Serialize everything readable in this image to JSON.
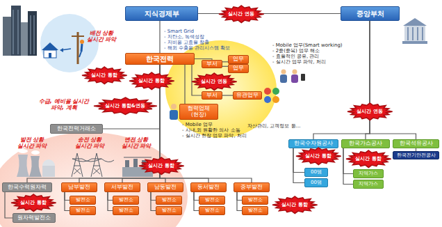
{
  "diagram": {
    "nodes": [
      {
        "text": [
          "지식경제부"
        ]
      },
      {
        "text": [
          "실시간 연동"
        ]
      },
      {
        "text": [
          "중앙부처"
        ]
      },
      {
        "text": [
          "한국전력"
        ]
      },
      {
        "text": [
          "부서"
        ]
      },
      {
        "text": [
          "업무"
        ]
      },
      {
        "text": [
          "업무"
        ]
      },
      {
        "text": [
          "실시간 통합"
        ]
      },
      {
        "text": [
          "실시간 통합"
        ]
      },
      {
        "text": [
          "실시간 연동"
        ]
      },
      {
        "text": [
          "부서"
        ]
      },
      {
        "text": [
          "유관업무"
        ]
      },
      {
        "text": [
          "협력업체 (현장)"
        ]
      },
      {
        "text": [
          "실시간 통합&연동"
        ]
      },
      {
        "text": [
          "실시간 연동"
        ]
      },
      {
        "text": [
          "한국전력거래소"
        ]
      },
      {
        "text": [
          "한국수자원공사"
        ]
      },
      {
        "text": [
          "한국가스공사"
        ]
      },
      {
        "text": [
          "한국석유공사"
        ]
      },
      {
        "text": [
          "한국전기안전공사"
        ]
      },
      {
        "text": [
          "실시간 통합"
        ]
      },
      {
        "text": [
          "실시간 통합"
        ]
      },
      {
        "text": [
          "00댐"
        ]
      },
      {
        "text": [
          "00댐"
        ]
      },
      {
        "text": [
          "지역가스"
        ]
      },
      {
        "text": [
          "지역가스"
        ]
      },
      {
        "text": [
          "실시간 통합"
        ]
      },
      {
        "text": [
          "한국수력원자력"
        ]
      },
      {
        "text": [
          "남부발전"
        ]
      },
      {
        "text": [
          "서부발전"
        ]
      },
      {
        "text": [
          "남동발전"
        ]
      },
      {
        "text": [
          "동서발전"
        ]
      },
      {
        "text": [
          "중부발전"
        ]
      },
      {
        "text": [
          "발전소"
        ]
      },
      {
        "text": [
          "발전소"
        ]
      },
      {
        "text": [
          "발전소"
        ]
      },
      {
        "text": [
          "발전소"
        ]
      },
      {
        "text": [
          "발전소"
        ]
      },
      {
        "text": [
          "발전소"
        ]
      },
      {
        "text": [
          "발전소"
        ]
      },
      {
        "text": [
          "발전소"
        ]
      },
      {
        "text": [
          "발전소"
        ]
      },
      {
        "text": [
          "발전소"
        ]
      },
      {
        "text": [
          "실시간 통합"
        ]
      },
      {
        "text": [
          "실시간 통합"
        ]
      },
      {
        "text": [
          "원자력발전소"
        ]
      }
    ],
    "edges": [
      {
        "from": 0,
        "to": 2,
        "arrow": "none"
      },
      {
        "from": 0,
        "to": 3,
        "arrow": "none"
      },
      {
        "from": 3,
        "to": 15,
        "arrow": "none"
      },
      {
        "from": 3,
        "to": 27,
        "arrow": "none"
      },
      {
        "from": 3,
        "to": 28,
        "arrow": "none"
      },
      {
        "from": 3,
        "to": 29,
        "arrow": "none"
      },
      {
        "from": 3,
        "to": 30,
        "arrow": "none"
      },
      {
        "from": 3,
        "to": 31,
        "arrow": "none"
      },
      {
        "from": 3,
        "to": 32,
        "arrow": "none"
      },
      {
        "from": 3,
        "to": 4,
        "arrow": "none"
      },
      {
        "from": 4,
        "to": 5,
        "arrow": "none"
      },
      {
        "from": 4,
        "to": 6,
        "arrow": "none"
      },
      {
        "from": 3,
        "to": 10,
        "arrow": "none"
      },
      {
        "from": 10,
        "to": 11,
        "arrow": "none"
      },
      {
        "from": 3,
        "to": 12,
        "arrow": "none"
      },
      {
        "from": 2,
        "to": 16,
        "arrow": "none"
      },
      {
        "from": 2,
        "to": 17,
        "arrow": "none"
      },
      {
        "from": 2,
        "to": 18,
        "arrow": "none"
      },
      {
        "from": 18,
        "to": 19,
        "arrow": "none"
      },
      {
        "from": 16,
        "to": 22,
        "arrow": "none"
      },
      {
        "from": 16,
        "to": 23,
        "arrow": "none"
      },
      {
        "from": 17,
        "to": 24,
        "arrow": "none"
      },
      {
        "from": 17,
        "to": 25,
        "arrow": "none"
      },
      {
        "from": 27,
        "to": 45,
        "arrow": "none"
      },
      {
        "from": 28,
        "to": 33,
        "arrow": "none"
      },
      {
        "from": 28,
        "to": 34,
        "arrow": "none"
      },
      {
        "from": 29,
        "to": 35,
        "arrow": "none"
      },
      {
        "from": 29,
        "to": 36,
        "arrow": "none"
      },
      {
        "from": 30,
        "to": 37,
        "arrow": "none"
      },
      {
        "from": 30,
        "to": 38,
        "arrow": "none"
      },
      {
        "from": 31,
        "to": 39,
        "arrow": "none"
      },
      {
        "from": 31,
        "to": 40,
        "arrow": "none"
      },
      {
        "from": 32,
        "to": 41,
        "arrow": "none"
      },
      {
        "from": 32,
        "to": 42,
        "arrow": "none"
      }
    ],
    "labels": [
      "- Smart Grid",
      "- 저탄소, 녹색성장",
      "- 저비용 고효율 창출",
      "- 해외 수출용 관리시스템 확보",
      "배전 상황 실시간 파악",
      "- Mobile 업무(Smart working)",
      "- 2중(중복) 업무 해소",
      "- 효율적인 공유, 관리",
      "- 실시간 업무 파악, 처리",
      "수급, 예비율 실시간 파악, 계획",
      "- Mobile 업무",
      "- 시내,외 원활한 의사 소통",
      "- 실시간 현장 업무 파악, 처리",
      "자산관리, 고객정보 등...",
      "발전 상황 실시간 파악",
      "송전 상황 실시간 파악",
      "변전 상황 실시간 파악"
    ]
  }
}
